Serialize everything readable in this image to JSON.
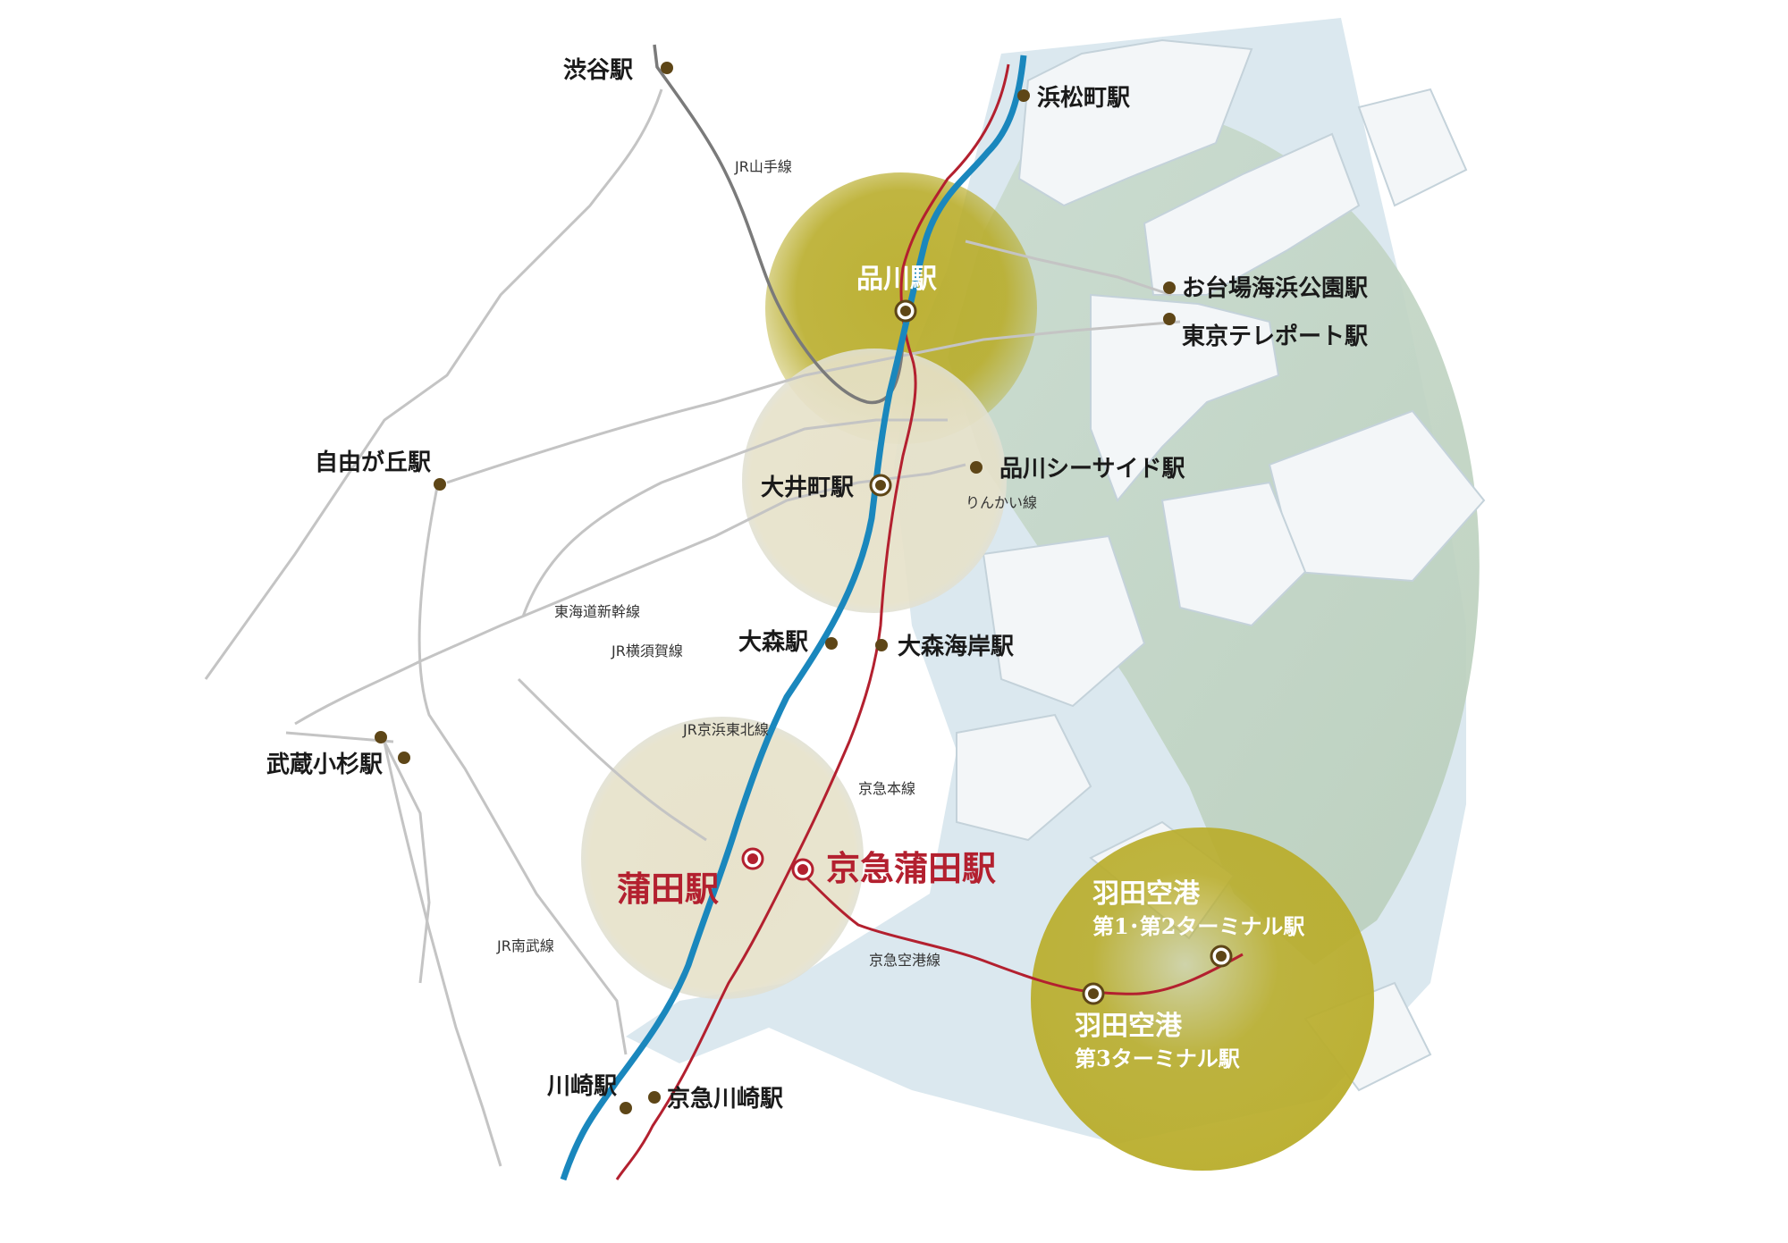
{
  "colors": {
    "jr_keihin_tohoku": "#1a87bd",
    "keikyu": "#b3202f",
    "yamanote": "#7a7a7a",
    "other_line": "#c9c9c9",
    "water": "#dbe8ef",
    "land": "#ffffff",
    "station_dot": "#5e4617",
    "highlight_gold": "#b9ad2b",
    "highlight_beige": "#e6e1c9",
    "highlight_green": "#c8d9cb",
    "text_dark": "#1a1a1a",
    "text_red": "#b3202f",
    "text_white": "#ffffff"
  },
  "stations": {
    "shibuya": "渋谷駅",
    "hamamatsucho": "浜松町駅",
    "shinagawa": "品川駅",
    "odaiba": "お台場海浜公園駅",
    "tokyo_teleport": "東京テレポート駅",
    "jiyugaoka": "自由が丘駅",
    "oimachi": "大井町駅",
    "shinagawa_seaside": "品川シーサイド駅",
    "omori": "大森駅",
    "omori_kaigan": "大森海岸駅",
    "musashi_kosugi": "武蔵小杉駅",
    "kamata": "蒲田駅",
    "keikyu_kamata": "京急蒲田駅",
    "kawasaki": "川崎駅",
    "keikyu_kawasaki": "京急川崎駅",
    "haneda_t12_line1": "羽田空港",
    "haneda_t12_line2": "第1･第2ターミナル駅",
    "haneda_t3_line1": "羽田空港",
    "haneda_t3_line2": "第3ターミナル駅"
  },
  "lines": {
    "yamanote": "JR山手線",
    "rinkai": "りんかい線",
    "tokaido_shinkansen": "東海道新幹線",
    "yokosuka": "JR横須賀線",
    "keihin_tohoku": "JR京浜東北線",
    "keikyu_main": "京急本線",
    "nambu": "JR南武線",
    "keikyu_airport": "京急空港線"
  }
}
